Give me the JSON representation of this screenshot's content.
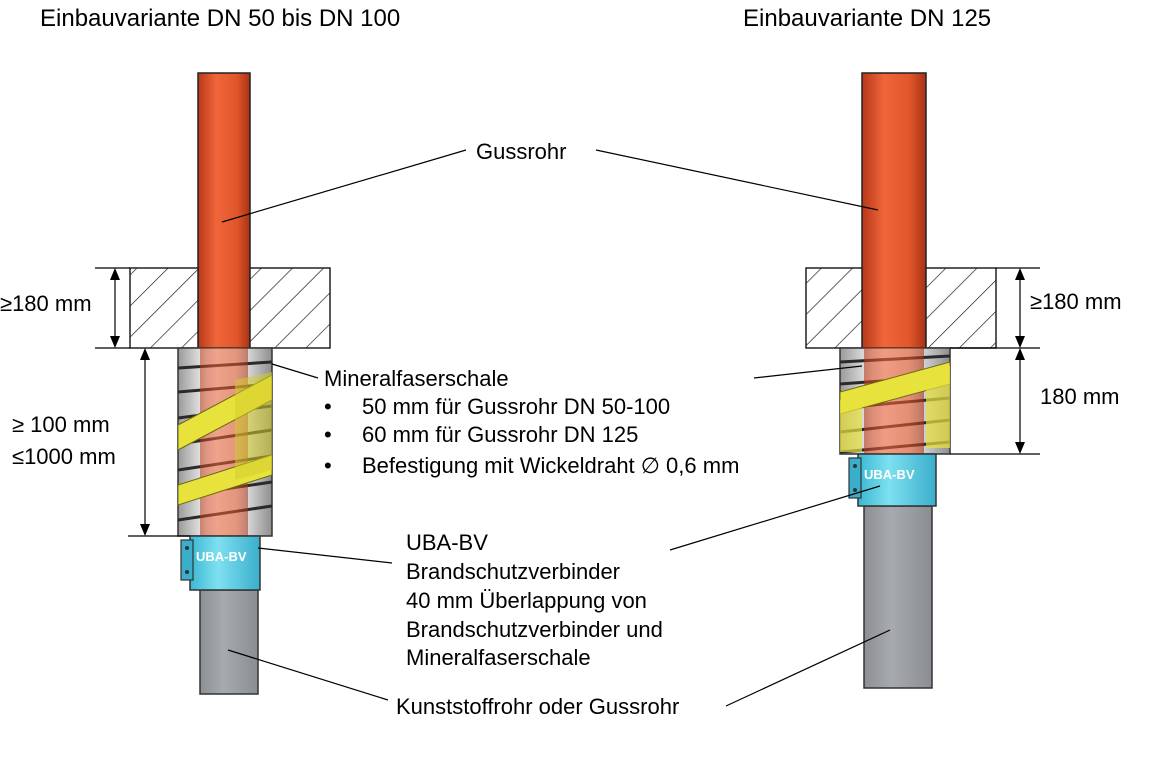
{
  "titles": {
    "left": "Einbauvariante DN 50 bis DN 100",
    "right": "Einbauvariante DN 125"
  },
  "labels": {
    "gussrohr": "Gussrohr",
    "mineralfaser": "Mineralfaserschale",
    "bullet1": "50 mm für Gussrohr DN 50-100",
    "bullet2": "60 mm für Gussrohr DN 125",
    "bullet3": "Befestigung mit Wickeldraht ∅ 0,6 mm",
    "bullet_glyph": "•",
    "uba_line1": "UBA-BV",
    "uba_line2": "Brandschutzverbinder",
    "uba_line3": "40 mm Überlappung von",
    "uba_line4": "Brandschutzverbinder und",
    "uba_line5": "Mineralfaserschale",
    "kunststoff": "Kunststoffrohr oder Gussrohr"
  },
  "dimensions": {
    "left_slab": "≥180 mm",
    "left_shell_min": "≥  100 mm",
    "left_shell_max": "≤1000 mm",
    "right_slab": "≥180 mm",
    "right_shell": "180 mm"
  },
  "badges": {
    "left": "UBA-BV",
    "right": "UBA-BV"
  },
  "colors": {
    "cast_pipe": "#e0562a",
    "plastic_pipe": "#9ea1a5",
    "connector": "#5fd0e6",
    "wrap": "#e8e23c",
    "shell": "#d8d8d8"
  }
}
